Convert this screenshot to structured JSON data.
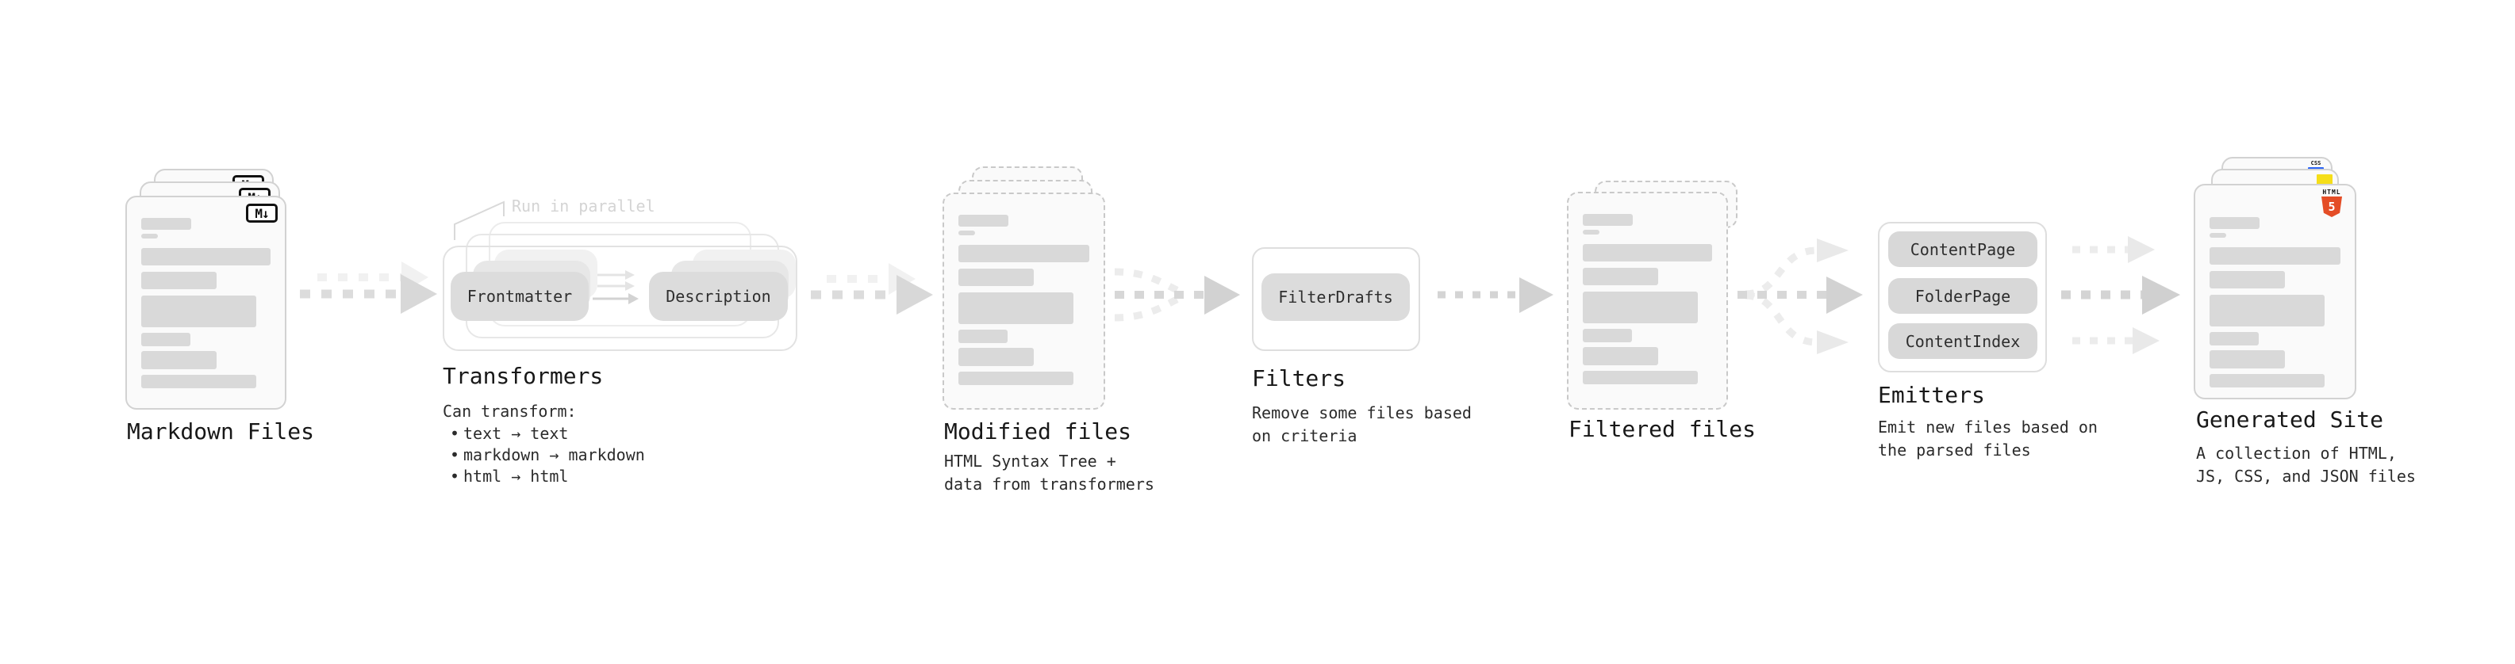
{
  "stages": {
    "markdown": {
      "label": "Markdown Files",
      "badge": "M↓"
    },
    "transformers": {
      "label": "Transformers",
      "callout": "Run in parallel",
      "pill_left": "Frontmatter",
      "pill_right": "Description",
      "caption_title": "Can transform:",
      "bullet_char": "•",
      "bullets": [
        "text → text",
        "markdown → markdown",
        "html → html"
      ]
    },
    "modified": {
      "label": "Modified files",
      "caption": "HTML Syntax Tree +\ndata from transformers"
    },
    "filters": {
      "label": "Filters",
      "pill": "FilterDrafts",
      "caption": "Remove some files based\non criteria"
    },
    "filtered": {
      "label": "Filtered files"
    },
    "emitters": {
      "label": "Emitters",
      "pills": [
        "ContentPage",
        "FolderPage",
        "ContentIndex"
      ],
      "caption": "Emit new files based on\nthe parsed files"
    },
    "generated": {
      "label": "Generated Site",
      "caption": "A collection of HTML,\nJS, CSS, and JSON files",
      "badge_html": "HTML",
      "badge_five": "5",
      "badge_css": "CSS"
    }
  },
  "colors": {
    "bar": "#d9d9d9",
    "card_bg": "#fafafa",
    "card_border": "#d2d2d2",
    "dashed_border": "#c9c9c9",
    "pill_bg": "#dcdcdc",
    "arrow": "#d8d8d8",
    "arrow_faint": "#ededed",
    "callout": "#d4d4d4",
    "html5_orange": "#e44d26",
    "js_yellow": "#f5de19",
    "css_blue": "#2b63f6",
    "md_badge": "#111111"
  }
}
